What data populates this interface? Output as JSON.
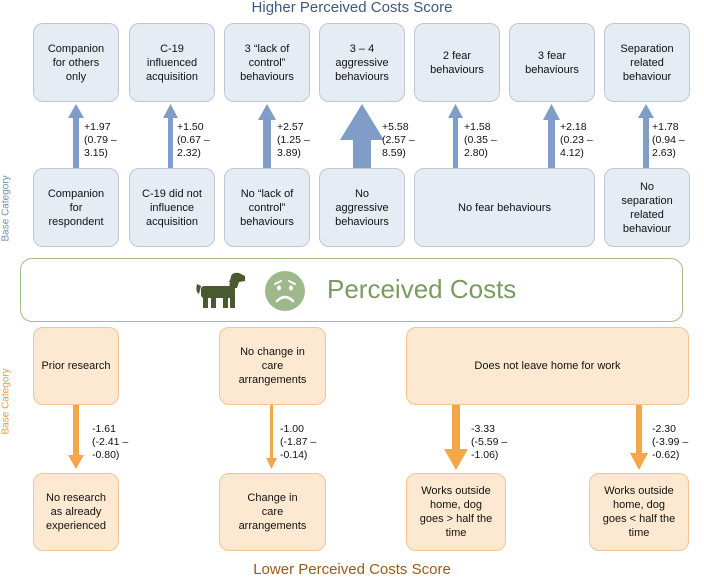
{
  "top_heading": "Higher Perceived Costs Score",
  "bottom_heading": "Lower Perceived Costs Score",
  "side_label_top": "Base Category",
  "side_label_bottom": "Base Category",
  "center_title": "Perceived Costs",
  "icons": {
    "dog": "dog-icon",
    "face": "worried-face-icon"
  },
  "colors": {
    "blue": "#7f9dc6",
    "orange": "#f3a64a",
    "green": "#7a9b61",
    "dog": "#4a5a30",
    "face": "#9db88a"
  },
  "upper": [
    {
      "top": "Companion\nfor others\nonly",
      "bottom": "Companion\nfor\nrespondent",
      "stat": "+1.97\n(0.79 –\n3.15)"
    },
    {
      "top": "C-19\ninfluenced\nacquisition",
      "bottom": "C-19 did not\ninfluence\nacquisition",
      "stat": "+1.50\n(0.67 –\n2.32)"
    },
    {
      "top": "3 “lack of\ncontrol”\nbehaviours",
      "bottom": "No “lack of\ncontrol”\nbehaviours",
      "stat": "+2.57\n(1.25 –\n3.89)"
    },
    {
      "top": "3 – 4\naggressive\nbehaviours",
      "bottom": "No\naggressive\nbehaviours",
      "stat": "+5.58\n(2.57 –\n8.59)"
    },
    {
      "top": "2 fear\nbehaviours",
      "stat": "+1.58\n(0.35 –\n2.80)"
    },
    {
      "top": "3 fear\nbehaviours",
      "stat": "+2.18\n(0.23 –\n4.12)"
    },
    {
      "top": "Separation\nrelated\nbehaviour",
      "bottom": "No\nseparation\nrelated\nbehaviour",
      "stat": "+1.78\n(0.94 –\n2.63)"
    }
  ],
  "upper_shared_bottom": "No fear behaviours",
  "lower": [
    {
      "top": "Prior research",
      "bottom": "No research\nas already\nexperienced",
      "stat": "-1.61\n(-2.41 –\n-0.80)"
    },
    {
      "top": "No change in\ncare\narrangements",
      "bottom": "Change in\ncare\narrangements",
      "stat": "-1.00\n(-1.87 –\n-0.14)"
    },
    {
      "bottom": "Works outside\nhome, dog\ngoes > half the\ntime",
      "stat": "-3.33\n(-5.59 –\n-1.06)"
    },
    {
      "bottom": "Works outside\nhome, dog\ngoes < half the\ntime",
      "stat": "-2.30\n(-3.99 –\n-0.62)"
    }
  ],
  "lower_shared_top": "Does not leave home for work"
}
